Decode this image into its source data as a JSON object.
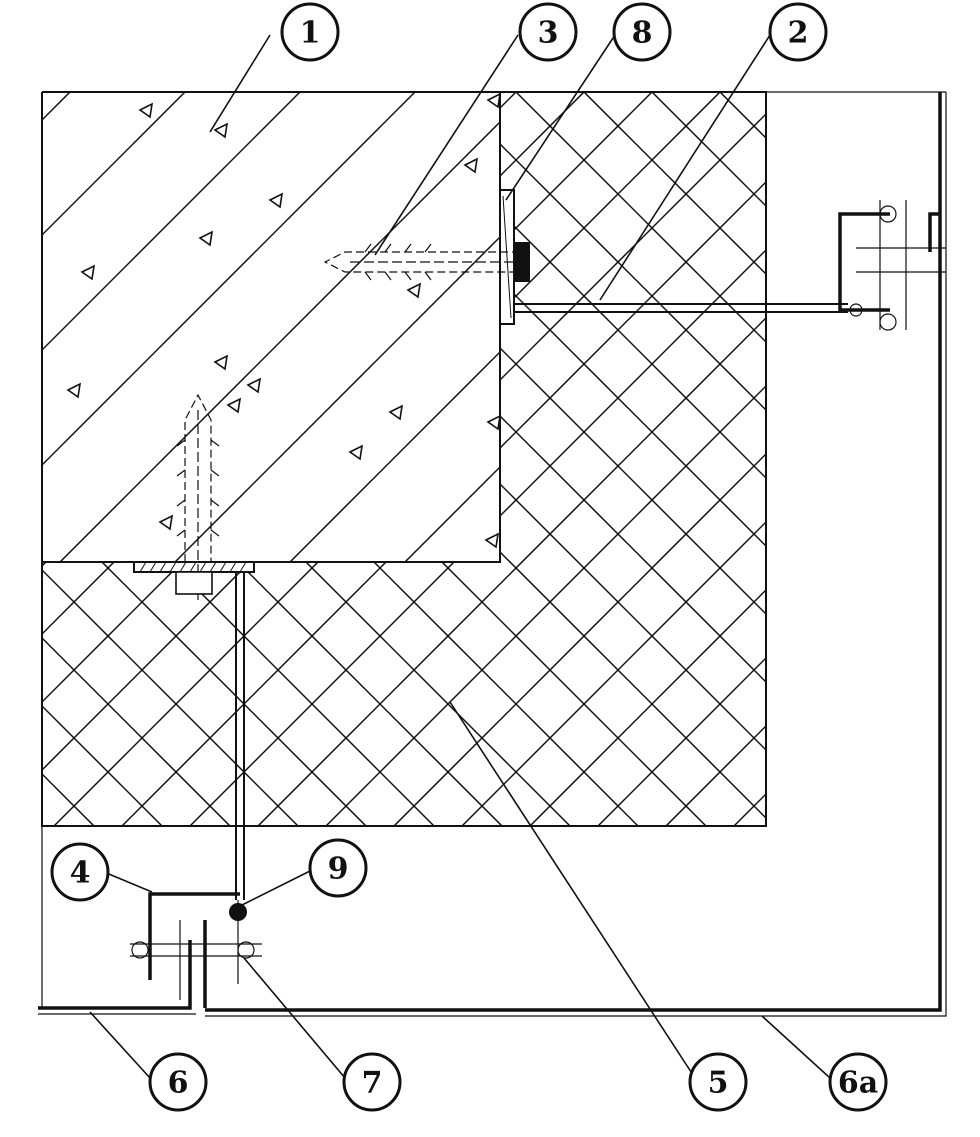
{
  "callouts": [
    {
      "id": "c1",
      "label": "1"
    },
    {
      "id": "c2",
      "label": "2"
    },
    {
      "id": "c3",
      "label": "3"
    },
    {
      "id": "c4",
      "label": "4"
    },
    {
      "id": "c5",
      "label": "5"
    },
    {
      "id": "c6",
      "label": "6"
    },
    {
      "id": "c6a",
      "label": "6a"
    },
    {
      "id": "c7",
      "label": "7"
    },
    {
      "id": "c8",
      "label": "8"
    },
    {
      "id": "c9",
      "label": "9"
    }
  ],
  "colors": {
    "ink": "#111111",
    "paper": "#ffffff"
  }
}
